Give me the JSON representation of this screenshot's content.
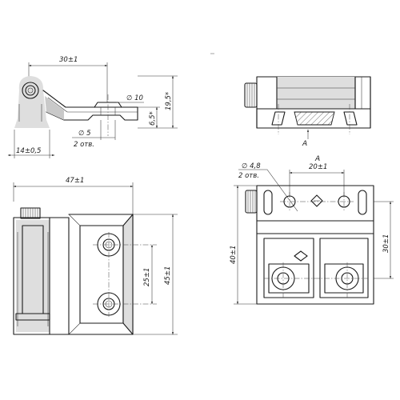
{
  "labels": {
    "side_width": "30±1",
    "hole_d10": "∅ 10",
    "hole_d5": "∅ 5",
    "holes_count_1": "2 отв.",
    "height_19_5": "19,5*",
    "height_6_5": "6,5*",
    "base_width": "14±0,5",
    "front_width": "47±1",
    "hole_spacing_v": "25±1",
    "front_height": "45±1",
    "hole_d48": "∅ 4,8",
    "holes_count_2": "2 отв.",
    "hole_spacing_h": "20±1",
    "view_height_right": "30±1",
    "view_height_left": "40±1",
    "view_a_top": "A",
    "view_a_arrow": "A"
  }
}
